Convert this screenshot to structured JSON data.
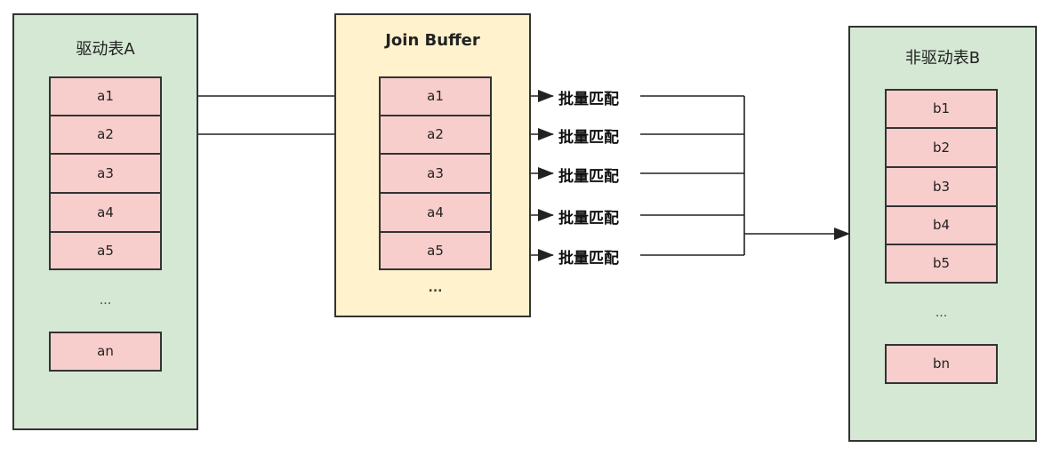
{
  "driver_table": {
    "title": "驱动表A",
    "rows": [
      "a1",
      "a2",
      "a3",
      "a4",
      "a5"
    ],
    "ellipsis": "...",
    "last_row": "an"
  },
  "join_buffer": {
    "title": "Join Buffer",
    "rows": [
      "a1",
      "a2",
      "a3",
      "a4",
      "a5"
    ],
    "ellipsis": "..."
  },
  "match_labels": [
    "批量匹配",
    "批量匹配",
    "批量匹配",
    "批量匹配",
    "批量匹配"
  ],
  "non_driver_table": {
    "title": "非驱动表B",
    "rows": [
      "b1",
      "b2",
      "b3",
      "b4",
      "b5"
    ],
    "ellipsis": "...",
    "last_row": "bn"
  }
}
